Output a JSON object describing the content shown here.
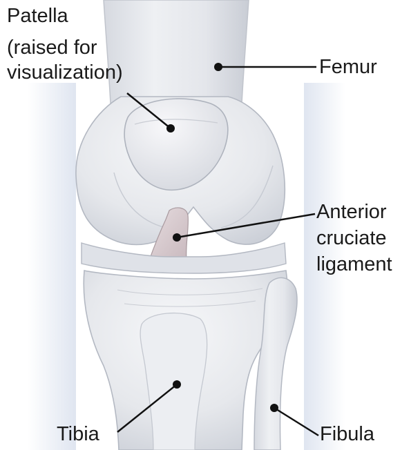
{
  "labels": {
    "patella": [
      "Patella",
      "(raised for",
      "visualization)"
    ],
    "femur": "Femur",
    "acl": [
      "Anterior",
      "cruciate",
      "ligament"
    ],
    "tibia": "Tibia",
    "fibula": "Fibula"
  },
  "colors": {
    "bone_fill": "#e9ebef",
    "bone_shade": "#c7cbd3",
    "bone_outline": "#b3b8c2",
    "ligament": "#d8ccd0",
    "background_shadow": "#dde3ee",
    "text": "#1a1a1a",
    "leader_line": "#111111"
  }
}
